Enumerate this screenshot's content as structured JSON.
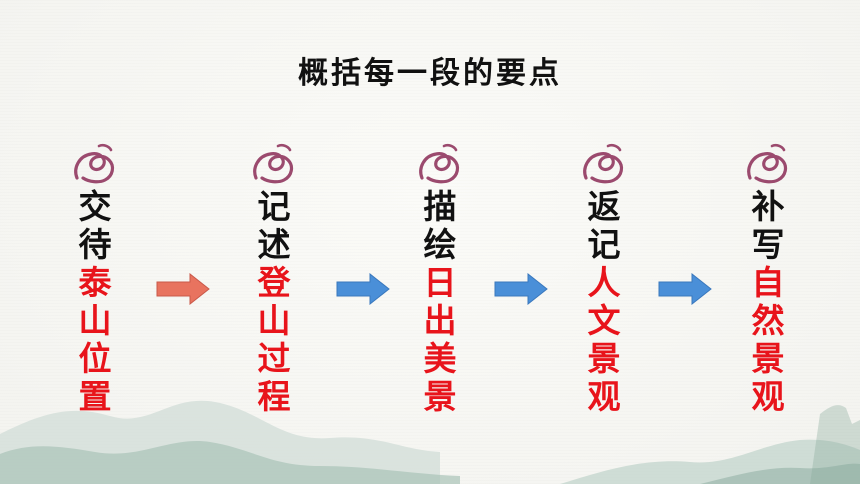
{
  "title": "概括每一段的要点",
  "columns": [
    {
      "intro": [
        "交",
        "待"
      ],
      "topic": [
        "泰",
        "山",
        "位",
        "置"
      ]
    },
    {
      "intro": [
        "记",
        "述"
      ],
      "topic": [
        "登",
        "山",
        "过",
        "程"
      ]
    },
    {
      "intro": [
        "描",
        "绘"
      ],
      "topic": [
        "日",
        "出",
        "美",
        "景"
      ]
    },
    {
      "intro": [
        "返",
        "记"
      ],
      "topic": [
        "人",
        "文",
        "景",
        "观"
      ]
    },
    {
      "intro": [
        "补",
        "写"
      ],
      "topic": [
        "自",
        "然",
        "景",
        "观"
      ]
    }
  ],
  "colors": {
    "intro_text": "#111111",
    "topic_text": "#e8141b",
    "ornament": "#9b4a6e",
    "first_arrow": "#e8735f",
    "arrow": "#4a8fd8"
  },
  "icons": {
    "ornament": "swirl-ornament-icon",
    "arrow": "right-arrow-icon"
  }
}
